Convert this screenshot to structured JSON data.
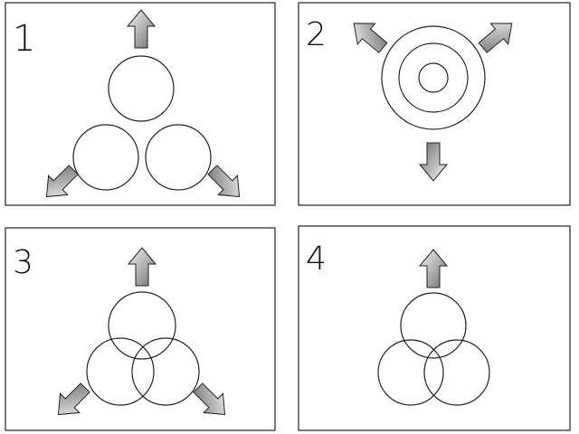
{
  "panels": [
    {
      "label": "1",
      "arrangement": "three-circles-apart",
      "arrows": [
        "up",
        "down-left",
        "down-right"
      ]
    },
    {
      "label": "2",
      "arrangement": "concentric-rings",
      "arrows": [
        "up-left",
        "up-right",
        "down"
      ]
    },
    {
      "label": "3",
      "arrangement": "three-circles-overlapping",
      "arrows": [
        "up",
        "down-left",
        "down-right"
      ]
    },
    {
      "label": "4",
      "arrangement": "three-circles-overlapping",
      "arrows": [
        "up"
      ]
    }
  ],
  "colors": {
    "stroke": "#222222",
    "arrow_light": "#f7f7f7",
    "arrow_dark": "#6e6e6e"
  }
}
